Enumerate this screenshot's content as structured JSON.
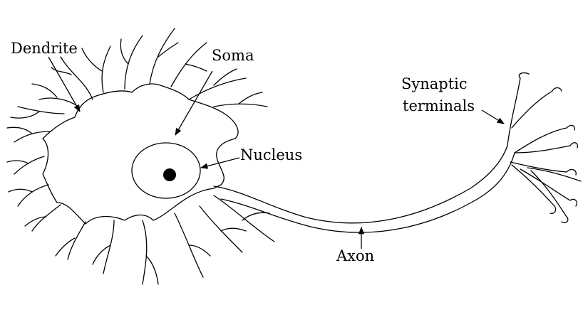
{
  "labels": {
    "dendrite": "Dendrite",
    "soma": "Soma",
    "nucleus": "Nucleus",
    "synaptic_line1": "Synaptic",
    "synaptic_line2": "terminals",
    "axon": "Axon"
  },
  "colors": {
    "ink": "#000000",
    "background": "#ffffff"
  }
}
